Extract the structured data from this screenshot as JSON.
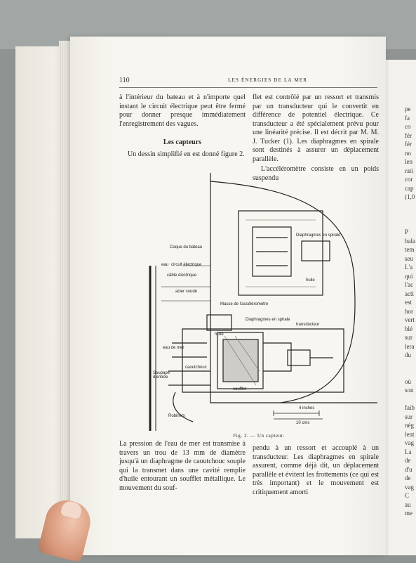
{
  "page": {
    "number": "110",
    "running_title": "LES ÉNERGIES DE LA MER"
  },
  "left_column": {
    "para1": "à l'intérieur du bateau et à n'importe quel instant le circuit électrique peut être fermé pour donner presque immédiatement l'enregistrement des vagues.",
    "heading": "Les capteurs",
    "para2": "Un dessin simplifié en est donné figure 2."
  },
  "right_column": {
    "para1": "flet est contrôlé par un ressort et transmis par un transducteur qui le convertit en différence de potentiel électrique. Ce transducteur a été spécialement prévu pour une linéarité précise. Il est décrit par M. M. J. Tucker (1). Les diaphragmes en spirale sont destinés à assurer un déplacement parallèle.",
    "para2": "L'accéléromètre consiste en un poids suspendu"
  },
  "figure": {
    "caption": "Fig. 2. — Un capteur.",
    "labels": {
      "coque": "Coque du bateau",
      "eau": "eau",
      "circuit": "circuit électrique",
      "cable": "câble électrique",
      "acier": "acier soudé",
      "masse": "Masse de l'accéléromètre",
      "diaph_top": "Diaphragmes en spirale",
      "huile_top": "huile",
      "diaph_mid": "Diaphragmes en spirale",
      "transducteur": "transducteur",
      "huile_mid": "huile",
      "eau_mer": "eau de mer",
      "caoutchouc": "caoutchouc",
      "soupape": "Soupape d'entrée",
      "soufflet": "soufflet",
      "robinets": "Robinets",
      "scale1": "4 inches",
      "scale2": "10 cms"
    }
  },
  "bottom_left": "La pression de l'eau de mer est transmise à travers un trou de 13 mm de diamètre jusqu'à un diaphragme de caoutchouc souple qui la transmet dans une cavité remplie d'huile entourant un soufflet métallique. Le mouvement du souf-",
  "bottom_right": "pendu à un ressort et accouplé à un transducteur. Les diaphragmes en spirale assurent, comme déjà dit, un déplacement parallèle et évitent les frottements (ce qui est très important) et le mouvement est critiquement amorti",
  "right_page_fragment": "pe\nfa\nco\nfér\nfér\nno\nlen\nrati\ncor\ncap\n(1,0\n\n\n\nP\nbala\ntem\nseu\nL'a\nqui\nl'ac\nacti\nest\nhor\nvert\nblé\nsur\nlera\ndu\n\n\noù\nson\n\nfaib\nsur\nnég\nlent\nvag\nLa\nde\nd'u\nde\nvag\nC\nau\nme"
}
